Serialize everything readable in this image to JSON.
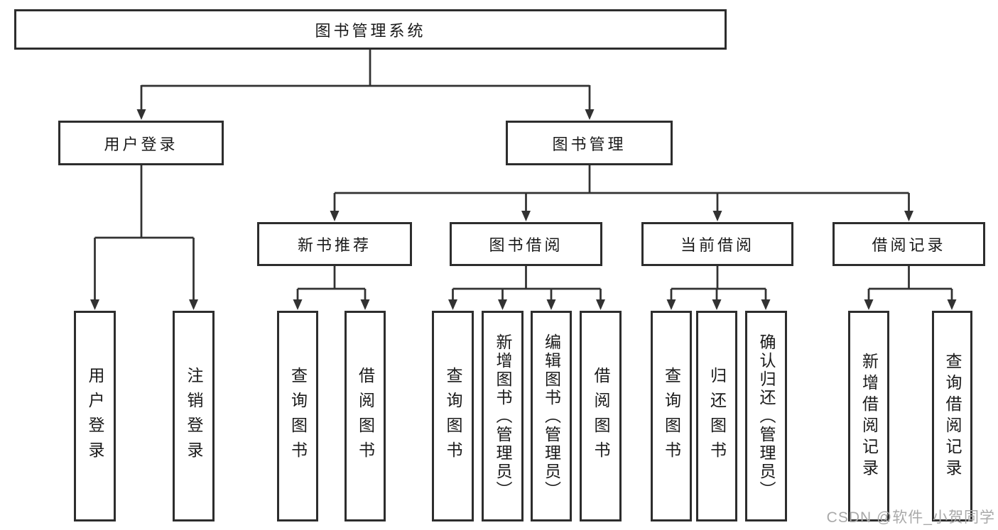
{
  "tree": {
    "label": "图书管理系统",
    "children": [
      {
        "label": "用户登录",
        "children": [
          {
            "label": "用户登录"
          },
          {
            "label": "注销登录"
          }
        ]
      },
      {
        "label": "图书管理",
        "children": [
          {
            "label": "新书推荐",
            "children": [
              {
                "label": "查询图书"
              },
              {
                "label": "借阅图书"
              }
            ]
          },
          {
            "label": "图书借阅",
            "children": [
              {
                "label": "查询图书"
              },
              {
                "label": "新增图书（管理员）"
              },
              {
                "label": "编辑图书（管理员）"
              },
              {
                "label": "借阅图书"
              }
            ]
          },
          {
            "label": "当前借阅",
            "children": [
              {
                "label": "查询图书"
              },
              {
                "label": "归还图书"
              },
              {
                "label": "确认归还（管理员）"
              }
            ]
          },
          {
            "label": "借阅记录",
            "children": [
              {
                "label": "新增借阅记录"
              },
              {
                "label": "查询借阅记录"
              }
            ]
          }
        ]
      }
    ]
  },
  "watermark": {
    "text": "CSDN @软件_小贺同学"
  },
  "colors": {
    "line": "#323232",
    "box_border": "#2d2d2d",
    "box_fill": "#ffffff",
    "text": "#1a1a1a",
    "watermark": "#a9a9a9"
  }
}
